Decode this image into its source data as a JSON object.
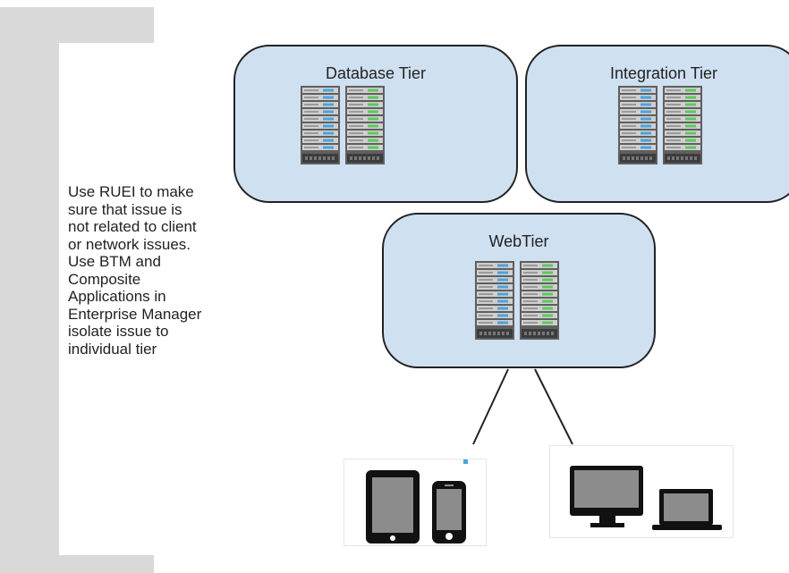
{
  "note": {
    "text": "Use RUEI to make\nsure that issue is\nnot related to client\nor network issues.\nUse BTM and\nComposite\nApplications in\nEnterprise Manager\nisolate issue to\nindividual tier"
  },
  "tiers": {
    "database": {
      "label": "Database Tier"
    },
    "integration": {
      "label": "Integration Tier"
    },
    "web": {
      "label": "WebTier"
    }
  },
  "colors": {
    "tier_fill": "#cfe0f1",
    "tier_border": "#222222",
    "sidebar": "#d9d9d9",
    "server_led_blue": "#4aa3df",
    "server_led_green": "#5cc85c"
  },
  "devices": {
    "mobile": {
      "icons": [
        "tablet-icon",
        "smartphone-icon"
      ]
    },
    "desktop": {
      "icons": [
        "desktop-monitor-icon",
        "laptop-icon"
      ]
    }
  }
}
